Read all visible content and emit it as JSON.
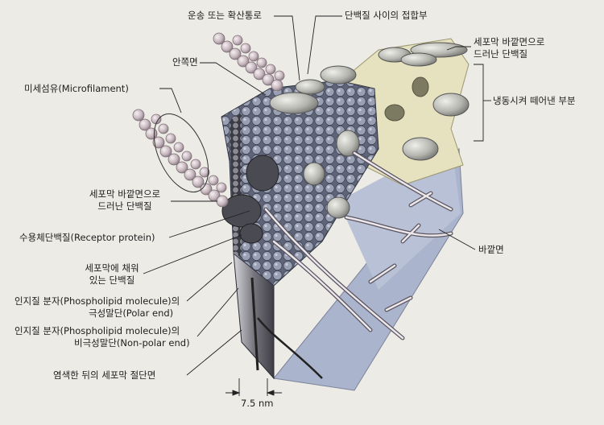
{
  "labels": {
    "transport_channel": "운송 또는 확산통로",
    "protein_junction": "단백질 사이의 접합부",
    "inner_face": "안쪽면",
    "microfilament": "미세섬유(Microfilament)",
    "surface_protein_outer": [
      "세포막  바깥면으로",
      "드러난 단백질"
    ],
    "freeze_fracture": "냉동시켜 떼어낸 부분",
    "surface_protein_left": [
      "세포막 바깥면으로",
      "드러난 단백질"
    ],
    "receptor_protein": "수용체단백질(Receptor protein)",
    "embedded_protein": [
      "세포막에 채워",
      "있는 단백질"
    ],
    "outer_face": "바깥면",
    "polar_end": [
      "인지질 분자(Phospholipid molecule)의",
      "극성말단(Polar end)"
    ],
    "nonpolar_end": [
      "인지질 분자(Phospholipid molecule)의",
      "비극성말단(Non-polar end)"
    ],
    "stained_section": "염색한 뒤의 세포막 절단면",
    "thickness": "7.5 nm"
  },
  "colors": {
    "background": "#ecebe6",
    "fracture_face": "#e6e2bf",
    "outer_face": "#aab4cc",
    "bead": "#8d93a6",
    "protein": "#bcbcb8",
    "filament": "#d8c4cc",
    "section": "#6b6a72"
  }
}
